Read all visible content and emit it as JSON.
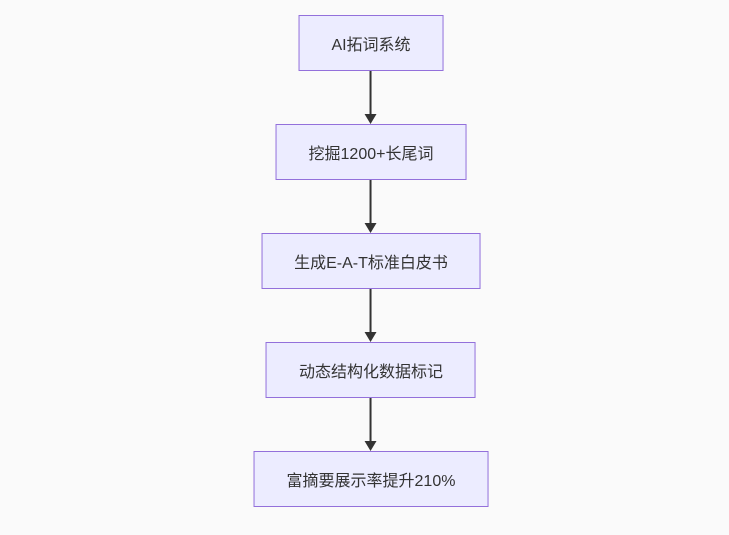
{
  "page": {
    "background_color": "#fafafa"
  },
  "diagram": {
    "type": "flowchart",
    "direction": "top-down",
    "style": {
      "node_fill": "#ECECFF",
      "node_border": "#9370DB",
      "node_text_color": "#333333",
      "arrow_color": "#333333"
    },
    "nodes": [
      {
        "id": "n1",
        "label": "AI拓词系统"
      },
      {
        "id": "n2",
        "label": "挖掘1200+长尾词"
      },
      {
        "id": "n3",
        "label": "生成E-A-T标准白皮书"
      },
      {
        "id": "n4",
        "label": "动态结构化数据标记"
      },
      {
        "id": "n5",
        "label": "富摘要展示率提升210%"
      }
    ],
    "edges": [
      {
        "from": "n1",
        "to": "n2"
      },
      {
        "from": "n2",
        "to": "n3"
      },
      {
        "from": "n3",
        "to": "n4"
      },
      {
        "from": "n4",
        "to": "n5"
      }
    ]
  }
}
